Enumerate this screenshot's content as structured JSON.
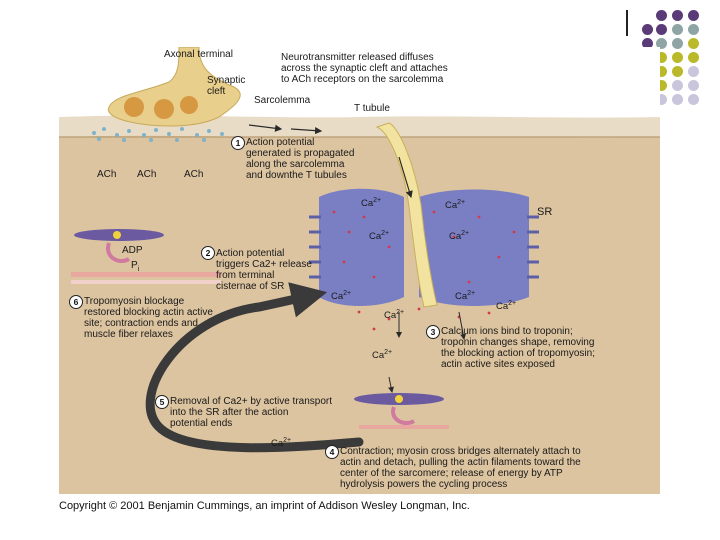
{
  "labels": {
    "axonal_terminal": "Axonal terminal",
    "synaptic_cleft": [
      "Synaptic",
      "cleft"
    ],
    "sarcolemma": "Sarcolemma",
    "t_tubule": "T tubule",
    "sr": "SR",
    "ach": "ACh",
    "adp": "ADP",
    "pi": "P",
    "pi_sub": "i",
    "ca": "Ca",
    "ca_sup": "2+",
    "nt_release": [
      "Neurotransmitter released diffuses",
      "across the synaptic cleft and attaches",
      "to ACh receptors on the sarcolemma"
    ]
  },
  "steps": [
    {
      "num": "1",
      "lines": [
        "Action potential",
        "generated is propagated",
        "along the sarcolemma",
        "and downthe T tubules"
      ]
    },
    {
      "num": "2",
      "lines": [
        "Action potential",
        "triggers Ca2+ release",
        "from terminal",
        "cisternae of SR"
      ]
    },
    {
      "num": "3",
      "lines": [
        "Calcium ions bind to troponin;",
        "troponin changes shape, removing",
        "the blocking action of tropomyosin;",
        "actin active sites exposed"
      ]
    },
    {
      "num": "4",
      "lines": [
        "Contraction; myosin cross bridges alternately attach to",
        "actin and detach, pulling the actin filaments toward the",
        "center of the sarcomere; release of energy by ATP",
        "hydrolysis powers the cycling process"
      ]
    },
    {
      "num": "5",
      "lines": [
        "Removal of Ca2+ by active transport",
        "into the SR after the action",
        "potential ends"
      ]
    },
    {
      "num": "6",
      "lines": [
        "Tropomyosin blockage",
        "restored blocking actin active",
        "site; contraction ends and",
        "muscle fiber relaxes"
      ]
    }
  ],
  "copyright": "Copyright © 2001 Benjamin Cummings, an imprint of Addison Wesley Longman, Inc.",
  "colors": {
    "purple": "#5b3a78",
    "teal": "#8fa5a5",
    "olive": "#b9b92a",
    "lavender": "#c9c5dc",
    "muscle": "#dcc4a0",
    "sr": "#7a7fc4",
    "arrow": "#3a3a3a"
  }
}
